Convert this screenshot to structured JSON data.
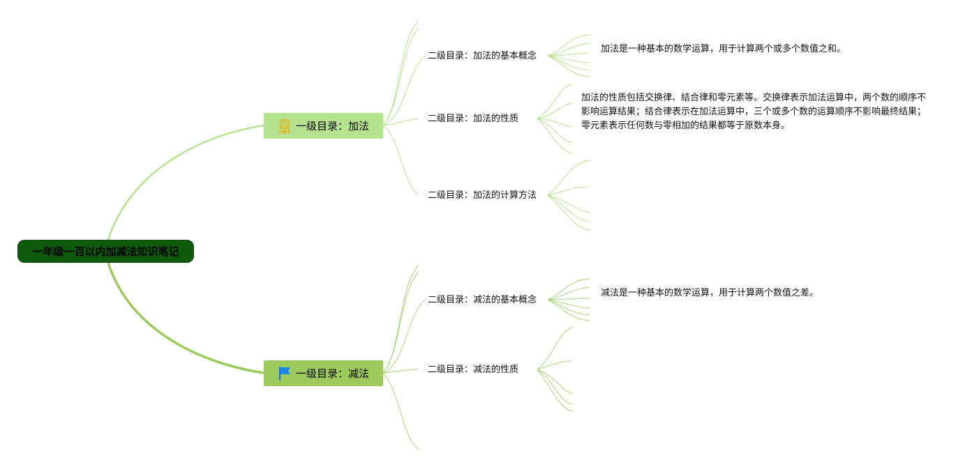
{
  "root": {
    "label": "一年级一百以内加减法知识笔记"
  },
  "colors": {
    "root": "#0d5a0d",
    "level1_add": "#b6e38f",
    "level1_sub": "#9cca5c",
    "line": "#b6e38f"
  },
  "branches": [
    {
      "label": "一级目录：加法",
      "icon": "award-badge-icon",
      "children": [
        {
          "label": "二级目录：加法的基本概念",
          "note": "加法是一种基本的数学运算，用于计算两个或多个数值之和。"
        },
        {
          "label": "二级目录：加法的性质",
          "note": "加法的性质包括交换律、结合律和零元素等。交换律表示加法运算中，两个数的顺序不影响运算结果；结合律表示在加法运算中，三个或多个数的运算顺序不影响最终结果；零元素表示任何数与零相加的结果都等于原数本身。"
        },
        {
          "label": "二级目录：加法的计算方法",
          "note": ""
        }
      ]
    },
    {
      "label": "一级目录：减法",
      "icon": "blue-flag-icon",
      "children": [
        {
          "label": "二级目录：减法的基本概念",
          "note": "减法是一种基本的数学运算，用于计算两个数值之差。"
        },
        {
          "label": "二级目录：减法的性质",
          "note": ""
        }
      ]
    }
  ]
}
